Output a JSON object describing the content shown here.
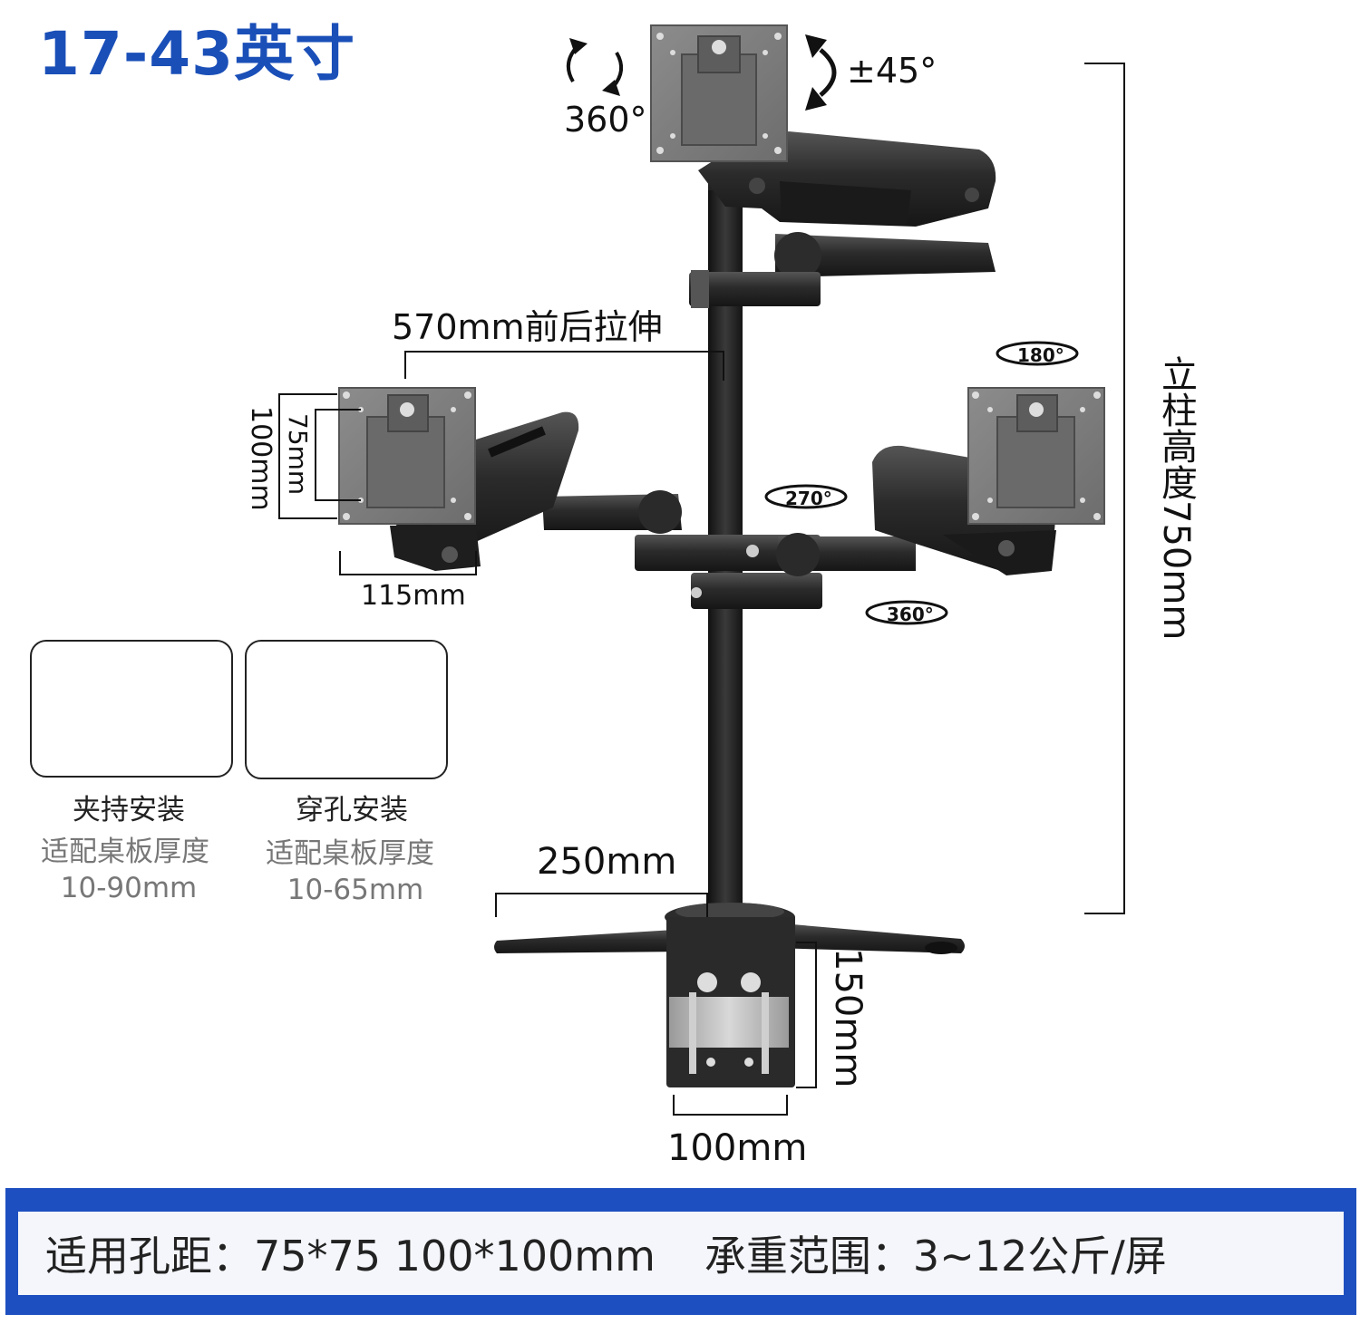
{
  "title": "17-43英寸",
  "rotations": {
    "top_rotate": "360°",
    "top_tilt": "±45°",
    "right_rotate_180": "180°",
    "middle_rotate_270": "270°",
    "lower_rotate_360": "360°"
  },
  "dimensions": {
    "extension": "570mm前后拉伸",
    "vesa_outer": "100mm",
    "vesa_inner": "75mm",
    "plate_width": "115mm",
    "pole_height": "立柱高度750mm",
    "base_arm": "250mm",
    "clamp_height": "150mm",
    "clamp_width": "100mm"
  },
  "install_options": [
    {
      "name": "夹持安装",
      "fit": "适配桌板厚度",
      "range": "10-90mm"
    },
    {
      "name": "穿孔安装",
      "fit": "适配桌板厚度",
      "range": "10-65mm"
    }
  ],
  "footer": {
    "vesa": "适用孔距：75*75 100*100mm",
    "load": "承重范围：3~12公斤/屏"
  },
  "colors": {
    "title": "#1a4fb8",
    "footer_band": "#1d4fc0",
    "metal_dark": "#2a2a2a",
    "plate_gray": "#7d7d7d"
  }
}
